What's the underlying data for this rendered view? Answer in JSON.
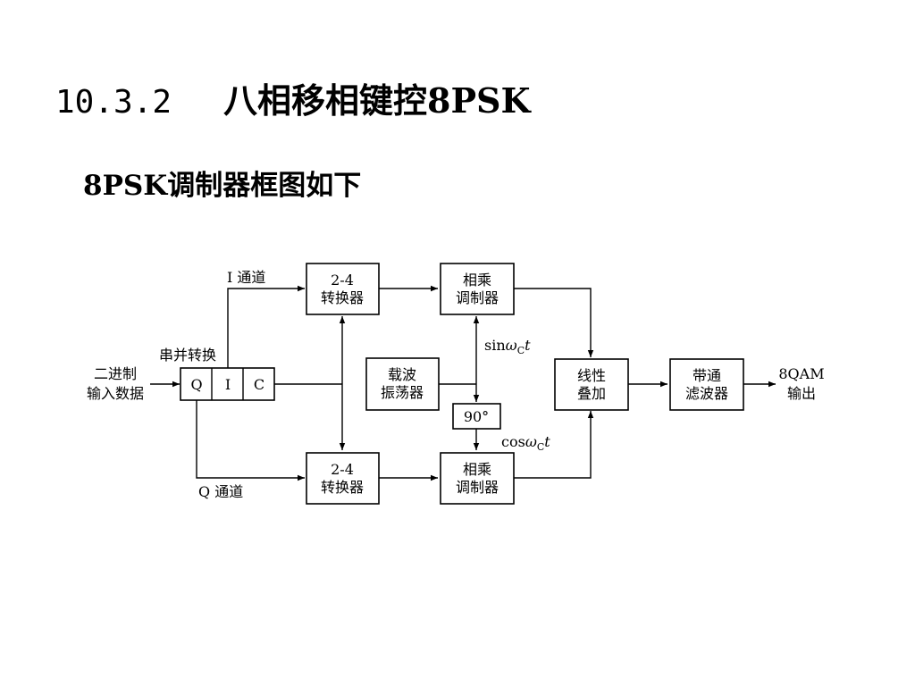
{
  "heading": {
    "number": "10.3.2",
    "title": "八相移相键控8PSK"
  },
  "subheading": "8PSK调制器框图如下",
  "diagram": {
    "input_label": [
      "二进制",
      "输入数据"
    ],
    "sp_label": "串并转换",
    "sp_cells": [
      "Q",
      "I",
      "C"
    ],
    "i_channel": "I 通道",
    "q_channel": "Q 通道",
    "converter_top": [
      "2-4",
      "转换器"
    ],
    "converter_bottom": [
      "2-4",
      "转换器"
    ],
    "mult_top": [
      "相乘",
      "调制器"
    ],
    "mult_bottom": [
      "相乘",
      "调制器"
    ],
    "oscillator": [
      "载波",
      "振荡器"
    ],
    "phase_shift": "90°",
    "sin_label": {
      "prefix": "sin",
      "omega": "ω",
      "sub": "C",
      "t": "t"
    },
    "cos_label": {
      "prefix": "cos",
      "omega": "ω",
      "sub": "C",
      "t": "t"
    },
    "adder": [
      "线性",
      "叠加"
    ],
    "bandpass": [
      "带通",
      "滤波器"
    ],
    "output_label": [
      "8QAM",
      "输出"
    ]
  }
}
